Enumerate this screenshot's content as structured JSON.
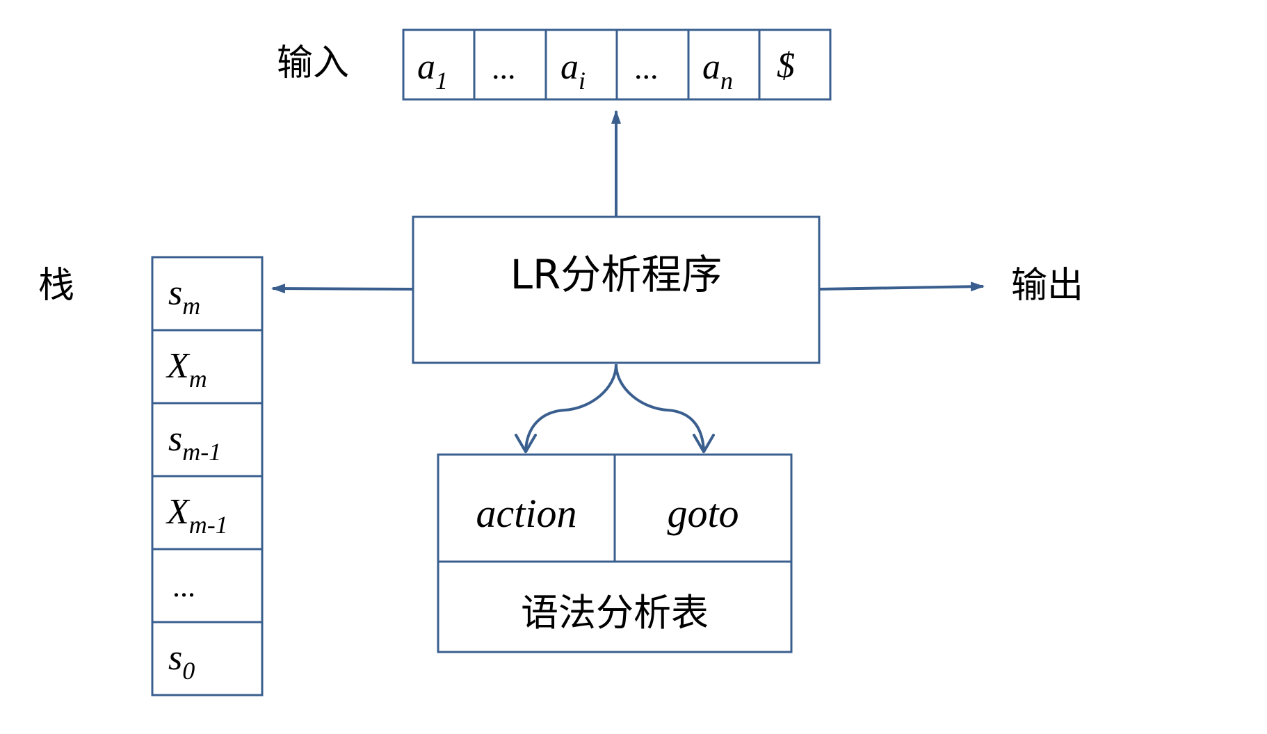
{
  "labels": {
    "input": "输入",
    "stack": "栈",
    "output": "输出",
    "program": "LR分析程序",
    "table": "语法分析表"
  },
  "input_tape": [
    {
      "base": "a",
      "sub": "1"
    },
    {
      "base": "...",
      "sub": ""
    },
    {
      "base": "a",
      "sub": "i"
    },
    {
      "base": "...",
      "sub": ""
    },
    {
      "base": "a",
      "sub": "n"
    },
    {
      "base": "$",
      "sub": ""
    }
  ],
  "stack_cells": [
    {
      "base": "s",
      "sub": "m"
    },
    {
      "base": "X",
      "sub": "m"
    },
    {
      "base": "s",
      "sub": "m-1"
    },
    {
      "base": "X",
      "sub": "m-1"
    },
    {
      "base": "...",
      "sub": ""
    },
    {
      "base": "s",
      "sub": "0"
    }
  ],
  "table_columns": [
    "action",
    "goto"
  ],
  "colors": {
    "stroke": "#3a5f8f",
    "text": "#000000"
  }
}
